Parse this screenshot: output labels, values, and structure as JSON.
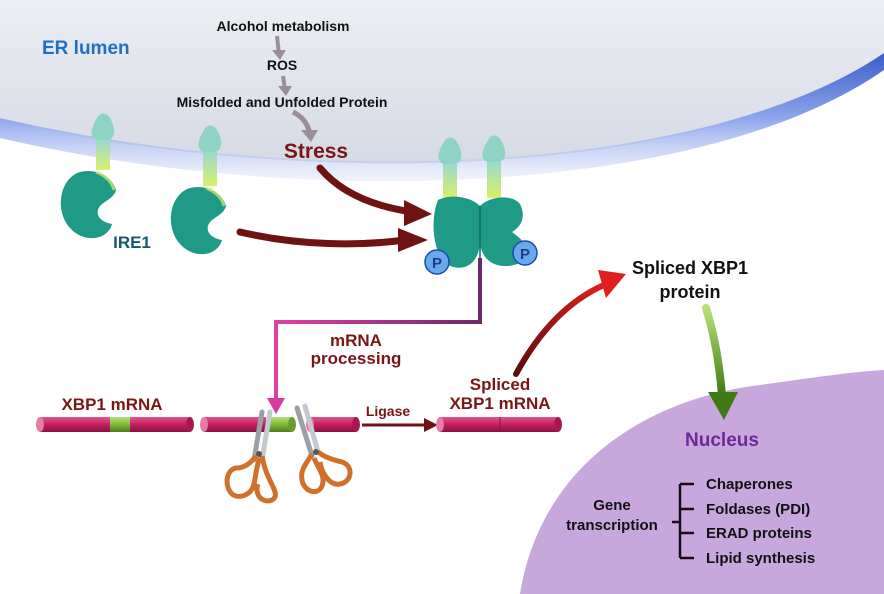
{
  "labels": {
    "er_lumen": "ER lumen",
    "alcohol_metabolism": "Alcohol metabolism",
    "ros": "ROS",
    "misfolded": "Misfolded and Unfolded Protein",
    "stress": "Stress",
    "ire1": "IRE1",
    "phospho_left": "P",
    "phospho_right": "P",
    "mrna_processing_line1": "mRNA",
    "mrna_processing_line2": "processing",
    "xbp1_mrna": "XBP1 mRNA",
    "ligase": "Ligase",
    "spliced_mrna_line1": "Spliced",
    "spliced_mrna_line2": "XBP1 mRNA",
    "spliced_protein_line1": "Spliced XBP1",
    "spliced_protein_line2": "protein",
    "nucleus": "Nucleus",
    "gene_transcription_line1": "Gene",
    "gene_transcription_line2": "transcription"
  },
  "targets": [
    "Chaperones",
    "Foldases (PDI)",
    "ERAD proteins",
    "Lipid synthesis"
  ],
  "colors": {
    "er_lumen_text": "#1f6fc9",
    "er_fill": "#dfe2ea",
    "membrane": "#4a6fd1",
    "ire1": "#1f9a86",
    "ire1_stalk": "#8fd3c6",
    "stress_text": "#7a1616",
    "dark_arrow": "#6e1212",
    "magenta_line": "#b02a7a",
    "mrna": "#c4205e",
    "spliced_segment": "#8cc63f",
    "phospho": "#6aa8ee",
    "red_arrow": "#d01818",
    "green_arrow": "#4e8f1e",
    "nucleus_fill": "#c8a7dc",
    "nucleus_text": "#6a2a9a",
    "scissors_handle": "#d0702c"
  }
}
